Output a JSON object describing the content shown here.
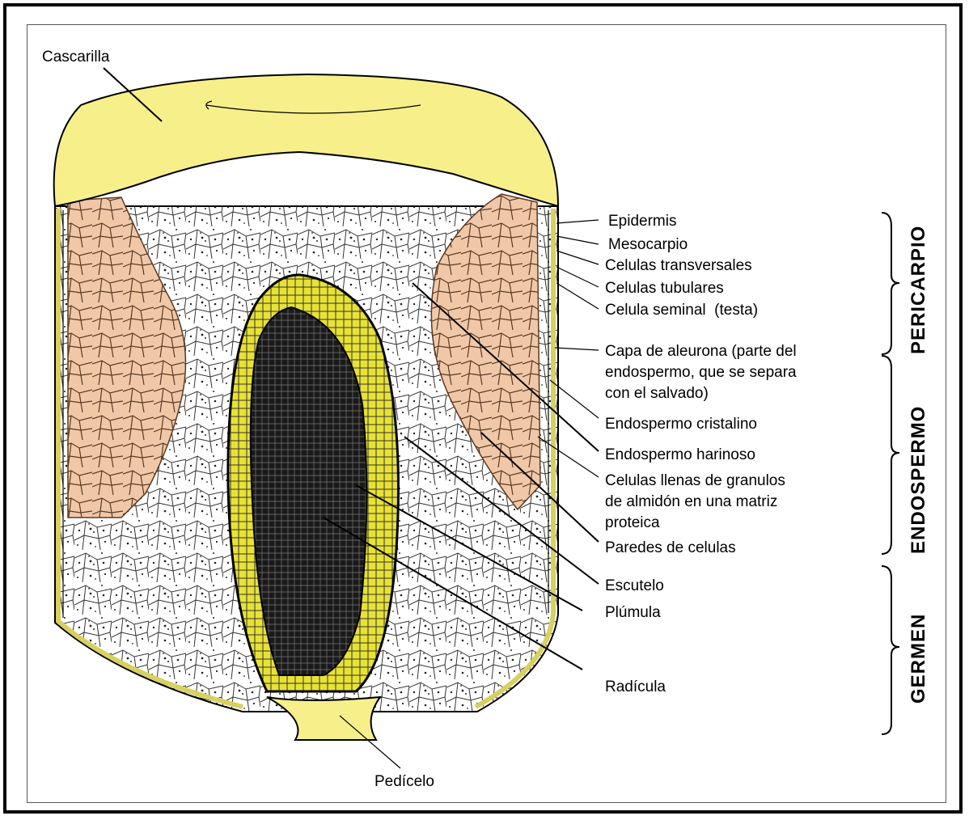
{
  "labels": {
    "cascarilla": "Cascarilla",
    "epidermis": "Epidermis",
    "mesocarpio": "Mesocarpio",
    "celulas_transversales": "Celulas transversales",
    "celulas_tubulares": "Celulas tubulares",
    "celula_seminal": "Celula seminal  (testa)",
    "capa_aleurona": [
      "Capa de aleurona (parte del",
      "endospermo, que se separa",
      "con el salvado)"
    ],
    "endospermo_cristalino": "Endospermo cristalino",
    "endospermo_harinoso": "Endospermo harinoso",
    "celulas_llenas": [
      "Celulas llenas de granulos",
      "de almidón en una matriz",
      "proteica"
    ],
    "paredes_celulas": "Paredes de celulas",
    "escutelo": "Escutelo",
    "plumula": "Plúmula",
    "radicula": "Radícula",
    "pedicelo": "Pedícelo"
  },
  "sections": {
    "pericarpio": "PERICARPIO",
    "endospermo": "ENDOSPERMO",
    "germen": "GERMEN"
  },
  "colors": {
    "yellow": "#f7f08a",
    "germ_yellow": "#e8e234",
    "tan": "#f0c8a8",
    "dark": "#1a1a1a"
  }
}
